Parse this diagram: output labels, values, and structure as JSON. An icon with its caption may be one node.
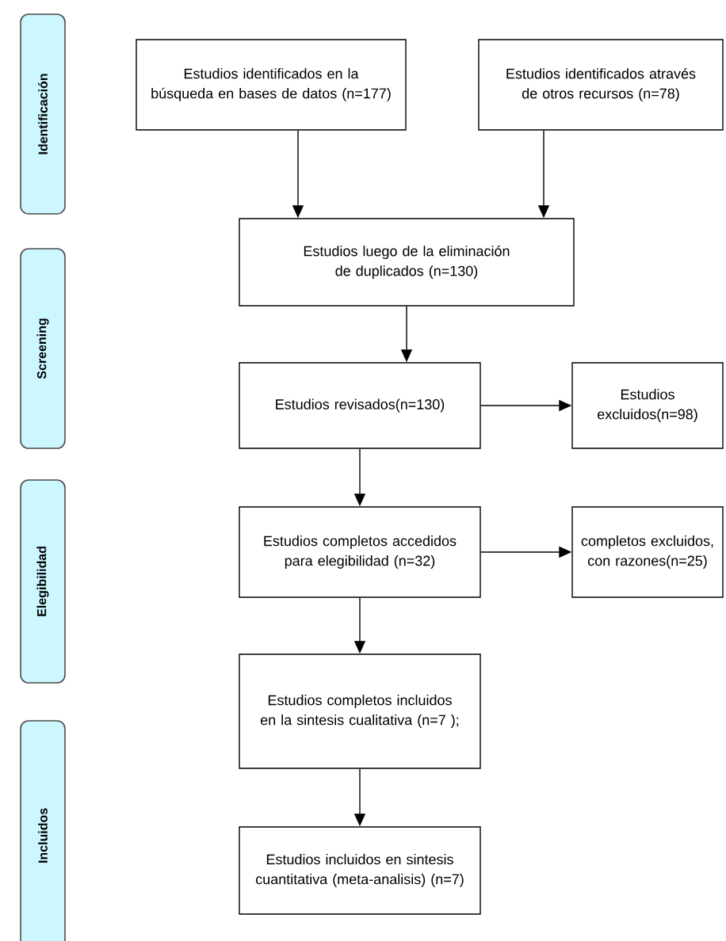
{
  "diagram": {
    "nodes": [
      {
        "text": [
          "Identificación"
        ]
      },
      {
        "text": [
          "Screening"
        ]
      },
      {
        "text": [
          "Elegibilidad"
        ]
      },
      {
        "text": [
          "Incluidos"
        ]
      },
      {
        "text": [
          "Estudios identificados en la búsqueda en bases de datos (n=177)"
        ]
      },
      {
        "text": [
          "Estudios identificados através de otros recursos (n=78)"
        ]
      },
      {
        "text": [
          "Estudios luego de la eliminación de duplicados (n=130)"
        ]
      },
      {
        "text": [
          "Estudios revisados(n=130)"
        ]
      },
      {
        "text": [
          "Estudios excluidos(n=98)"
        ]
      },
      {
        "text": [
          "Estudios completos accedidos para elegibilidad (n=32)"
        ]
      },
      {
        "text": [
          "completos excluidos, con razones(n=25)"
        ]
      },
      {
        "text": [
          "Estudios completos incluidos en la sintesis cualitativa (n=7 );"
        ]
      },
      {
        "text": [
          "Estudios incluidos en sintesis cuantitativa (meta-analisis) (n=7)"
        ]
      }
    ],
    "edges": [
      {
        "from": 4,
        "to": 6,
        "arrow": "to"
      },
      {
        "from": 5,
        "to": 6,
        "arrow": "to"
      },
      {
        "from": 6,
        "to": 7,
        "arrow": "to"
      },
      {
        "from": 7,
        "to": 8,
        "arrow": "to"
      },
      {
        "from": 7,
        "to": 9,
        "arrow": "to"
      },
      {
        "from": 9,
        "to": 10,
        "arrow": "to"
      },
      {
        "from": 9,
        "to": 11,
        "arrow": "to"
      },
      {
        "from": 11,
        "to": 12,
        "arrow": "to"
      }
    ]
  }
}
